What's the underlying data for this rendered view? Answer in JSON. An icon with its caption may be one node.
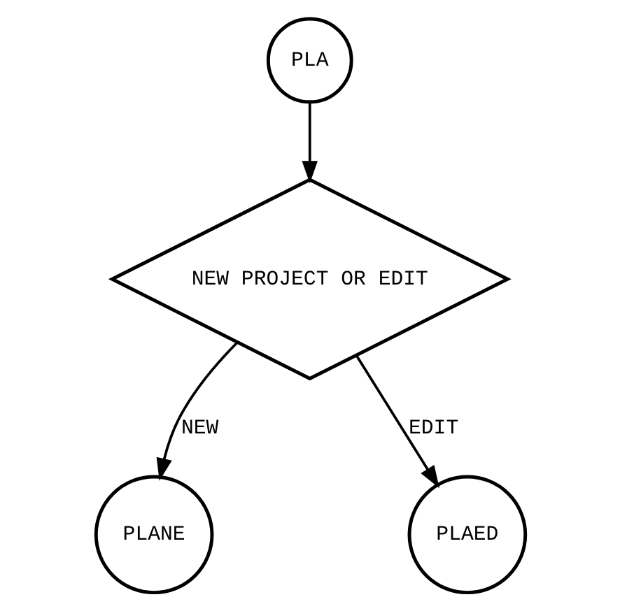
{
  "diagram": {
    "nodes": [
      {
        "text": [
          "PLA"
        ]
      },
      {
        "text": [
          "NEW PROJECT OR EDIT"
        ]
      },
      {
        "text": [
          "PLANE"
        ]
      },
      {
        "text": [
          "PLAED"
        ]
      }
    ],
    "edges": [
      {
        "from": 0,
        "to": 1,
        "arrow": "to"
      },
      {
        "from": 1,
        "to": 2,
        "arrow": "to",
        "label": "NEW"
      },
      {
        "from": 1,
        "to": 3,
        "arrow": "to",
        "label": "EDIT"
      }
    ]
  }
}
